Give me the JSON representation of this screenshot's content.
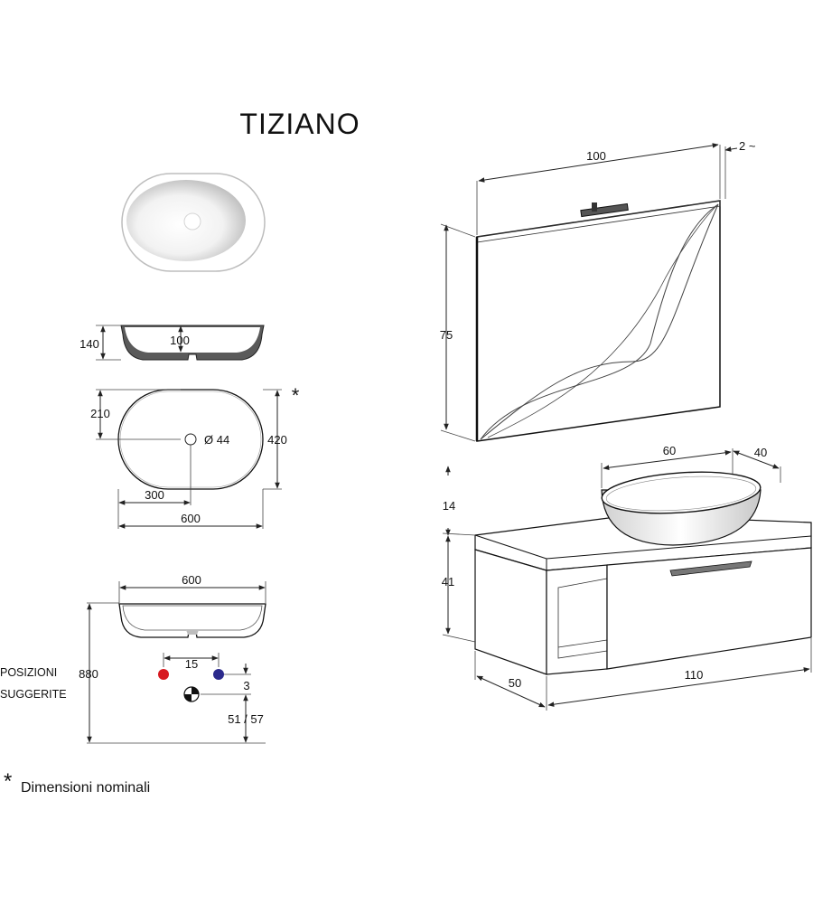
{
  "title": "TIZIANO",
  "asterisk": "*",
  "footnote": "Dimensioni nominali",
  "basin_side": {
    "height": "140",
    "depth": "100"
  },
  "basin_plan": {
    "half_depth": "210",
    "depth": "420",
    "drain": "Ø 44",
    "half_width": "300",
    "width": "600"
  },
  "basin_install": {
    "width": "600",
    "height": "880",
    "tap_spacing": "15",
    "tap_offset": "3",
    "drain_height": "51 / 57",
    "note_line1": "POSIZIONI",
    "note_line2": "SUGGERITE"
  },
  "composition": {
    "mirror_width": "100",
    "mirror_depth": "2 ~",
    "mirror_height": "75",
    "basin_width": "60",
    "basin_depth": "40",
    "top_gap": "14",
    "cabinet_height": "41",
    "cabinet_depth": "50",
    "cabinet_width": "110"
  },
  "colors": {
    "hot": "#d71920",
    "cold": "#2b2a8c",
    "basin_shade": "#5a5a5a"
  }
}
